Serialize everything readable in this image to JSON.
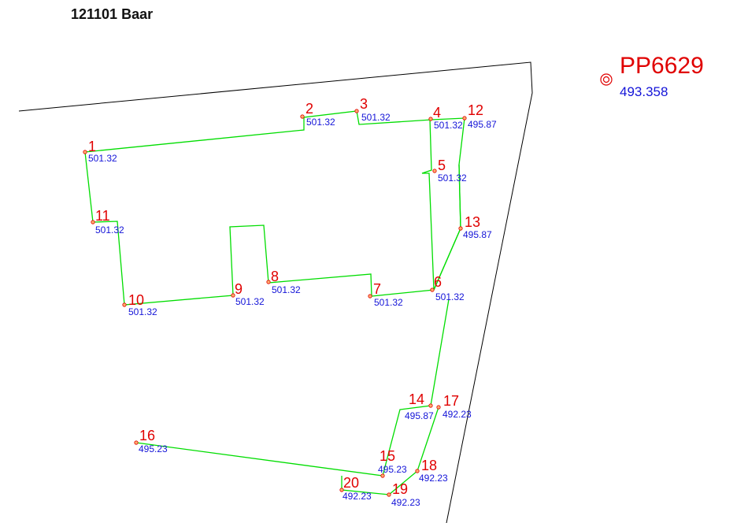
{
  "title": "121101 Baar",
  "colors": {
    "outline": "#00dd00",
    "boundary": "#000000",
    "point_number": "#e00000",
    "elevation": "#1414d8",
    "marker": "#e00000"
  },
  "reference_point": {
    "id": "PP6629",
    "elevation": "493.358"
  },
  "points": [
    {
      "id": "1",
      "elevation": "501.32"
    },
    {
      "id": "2",
      "elevation": "501.32"
    },
    {
      "id": "3",
      "elevation": "501.32"
    },
    {
      "id": "4",
      "elevation": "501.32"
    },
    {
      "id": "5",
      "elevation": "501.32"
    },
    {
      "id": "6",
      "elevation": "501.32"
    },
    {
      "id": "7",
      "elevation": "501.32"
    },
    {
      "id": "8",
      "elevation": "501.32"
    },
    {
      "id": "9",
      "elevation": "501.32"
    },
    {
      "id": "10",
      "elevation": "501.32"
    },
    {
      "id": "11",
      "elevation": "501.32"
    },
    {
      "id": "12",
      "elevation": "495.87"
    },
    {
      "id": "13",
      "elevation": "495.87"
    },
    {
      "id": "14",
      "elevation": "495.87"
    },
    {
      "id": "15",
      "elevation": "495.23"
    },
    {
      "id": "16",
      "elevation": "495.23"
    },
    {
      "id": "17",
      "elevation": "492.23"
    },
    {
      "id": "18",
      "elevation": "492.23"
    },
    {
      "id": "19",
      "elevation": "492.23"
    },
    {
      "id": "20",
      "elevation": "492.23"
    }
  ]
}
